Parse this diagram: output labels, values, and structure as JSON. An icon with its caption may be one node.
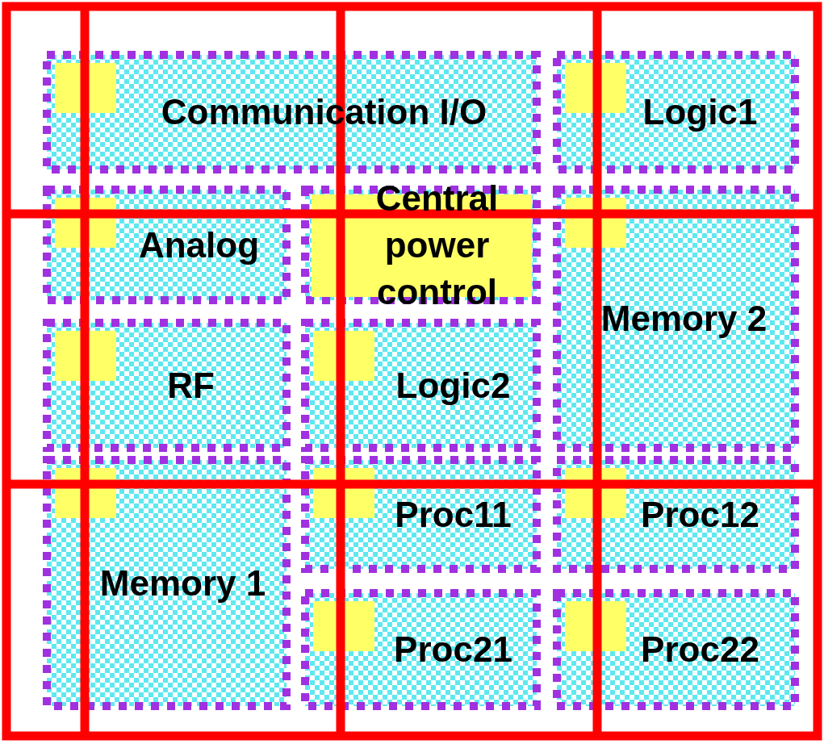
{
  "diagram": {
    "nodes": [
      {
        "text": [
          "Communication I/O"
        ]
      },
      {
        "text": [],
        "shape": "box",
        "in": 0
      },
      {
        "text": [
          "Logic1"
        ]
      },
      {
        "text": [],
        "shape": "box",
        "in": 2
      },
      {
        "text": [
          "Analog"
        ]
      },
      {
        "text": [],
        "shape": "box",
        "in": 4
      },
      {
        "text": [
          "Central power control"
        ]
      },
      {
        "text": [
          "Memory 2"
        ]
      },
      {
        "text": [],
        "shape": "box",
        "in": 7
      },
      {
        "text": [
          "RF"
        ]
      },
      {
        "text": [],
        "shape": "box",
        "in": 9
      },
      {
        "text": [
          "Logic2"
        ]
      },
      {
        "text": [],
        "shape": "box",
        "in": 11
      },
      {
        "text": [
          "Memory 1"
        ]
      },
      {
        "text": [],
        "shape": "box",
        "in": 13
      },
      {
        "text": [
          "Proc11"
        ]
      },
      {
        "text": [],
        "shape": "box",
        "in": 15
      },
      {
        "text": [
          "Proc12"
        ]
      },
      {
        "text": [],
        "shape": "box",
        "in": 17
      },
      {
        "text": [
          "Proc21"
        ]
      },
      {
        "text": [],
        "shape": "box",
        "in": 19
      },
      {
        "text": [
          "Proc22"
        ]
      },
      {
        "text": [],
        "shape": "box",
        "in": 21
      }
    ]
  }
}
